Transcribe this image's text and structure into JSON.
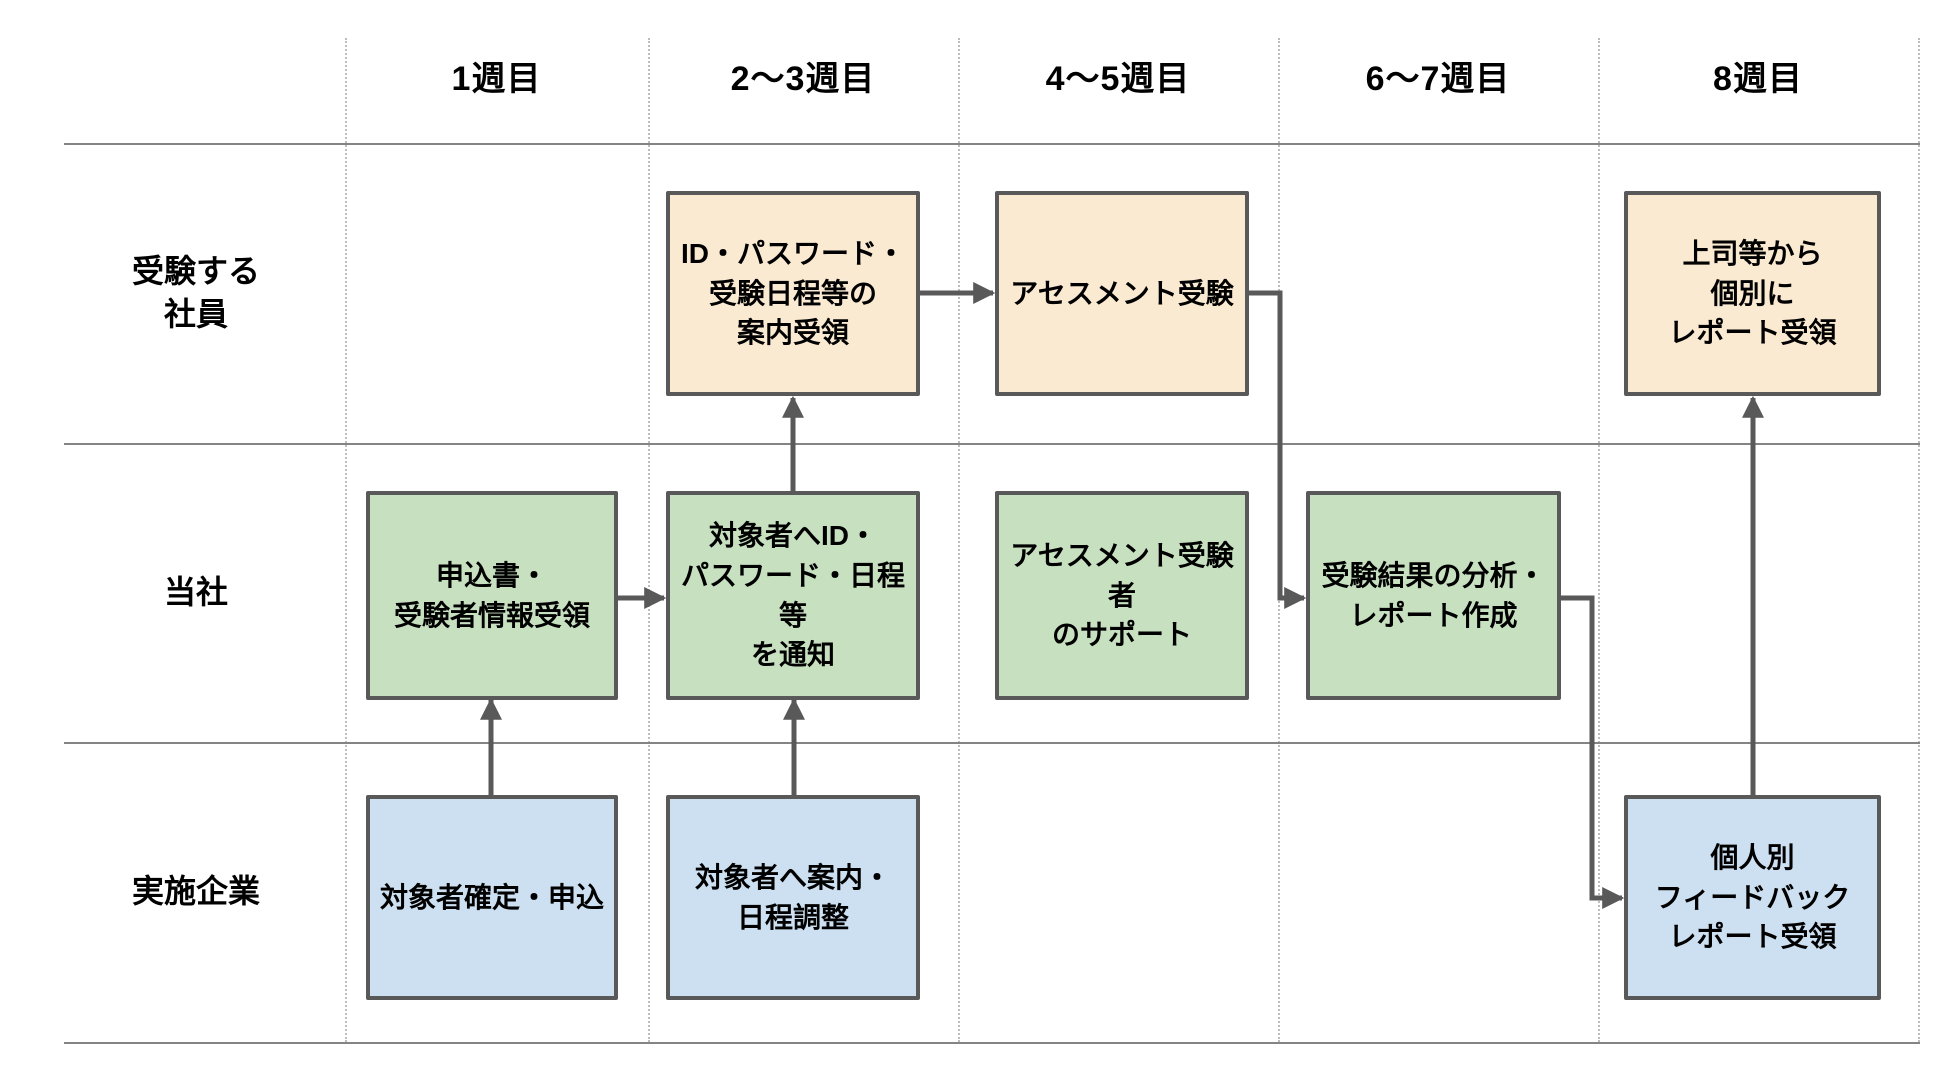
{
  "diagram": {
    "timeline": {
      "columns": [
        {
          "label": "1週目"
        },
        {
          "label": "2〜3週目"
        },
        {
          "label": "4〜5週目"
        },
        {
          "label": "6〜7週目"
        },
        {
          "label": "8週目"
        }
      ]
    },
    "lanes": [
      {
        "id": "examinee",
        "label": "受験する\n社員"
      },
      {
        "id": "company",
        "label": "当社"
      },
      {
        "id": "client",
        "label": "実施企業"
      }
    ],
    "boxes": {
      "receive_credentials": {
        "lane": "受験する社員",
        "week": "2〜3週目",
        "text": "ID・パスワード・\n受験日程等の\n案内受領"
      },
      "take_assessment": {
        "lane": "受験する社員",
        "week": "4〜5週目",
        "text": "アセスメント受験"
      },
      "receive_report_from_manager": {
        "lane": "受験する社員",
        "week": "8週目",
        "text": "上司等から\n個別に\nレポート受領"
      },
      "receive_application": {
        "lane": "当社",
        "week": "1週目",
        "text": "申込書・\n受験者情報受領"
      },
      "notify_credentials": {
        "lane": "当社",
        "week": "2〜3週目",
        "text": "対象者へID・\nパスワード・日程等\nを通知"
      },
      "support_examinees": {
        "lane": "当社",
        "week": "4〜5週目",
        "text": "アセスメント受験者\nのサポート"
      },
      "analyze_results": {
        "lane": "当社",
        "week": "6〜7週目",
        "text": "受験結果の分析・\nレポート作成"
      },
      "confirm_applicants": {
        "lane": "実施企業",
        "week": "1週目",
        "text": "対象者確定・申込"
      },
      "guide_schedule": {
        "lane": "実施企業",
        "week": "2〜3週目",
        "text": "対象者へ案内・\n日程調整"
      },
      "receive_feedback_reports": {
        "lane": "実施企業",
        "week": "8週目",
        "text": "個人別\nフィードバック\nレポート受領"
      }
    },
    "connectors": [
      {
        "from": "confirm_applicants",
        "to": "receive_application"
      },
      {
        "from": "guide_schedule",
        "to": "notify_credentials"
      },
      {
        "from": "receive_application",
        "to": "notify_credentials"
      },
      {
        "from": "notify_credentials",
        "to": "receive_credentials"
      },
      {
        "from": "receive_credentials",
        "to": "take_assessment"
      },
      {
        "from": "take_assessment",
        "to": "analyze_results"
      },
      {
        "from": "analyze_results",
        "to": "receive_feedback_reports"
      },
      {
        "from": "receive_feedback_reports",
        "to": "receive_report_from_manager"
      }
    ],
    "colors": {
      "employee_box_fill": "#fbead2",
      "company_box_fill": "#c6e0c0",
      "client_box_fill": "#cde0f1",
      "box_border": "#595959",
      "connector": "#595959",
      "lane_line": "#848484",
      "column_guide": "#bdbdbd",
      "text": "#000000",
      "background": "#ffffff"
    }
  }
}
